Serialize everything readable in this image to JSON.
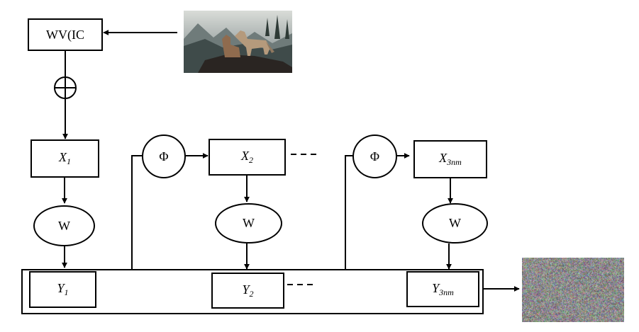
{
  "colors": {
    "stroke": "#000000",
    "background": "#ffffff"
  },
  "encoder": {
    "label": "WV(IC"
  },
  "xor": {
    "symbol": "⊕"
  },
  "x_nodes": [
    {
      "base": "X",
      "sub": "1"
    },
    {
      "base": "X",
      "sub": "2"
    },
    {
      "base": "X",
      "sub": "3nm"
    }
  ],
  "y_nodes": [
    {
      "base": "Y",
      "sub": "1"
    },
    {
      "base": "Y",
      "sub": "2"
    },
    {
      "base": "Y",
      "sub": "3nm"
    }
  ],
  "w_label": "W",
  "phi_label": "Φ",
  "images": {
    "input": "wolves-photo",
    "output": "noise-image"
  }
}
